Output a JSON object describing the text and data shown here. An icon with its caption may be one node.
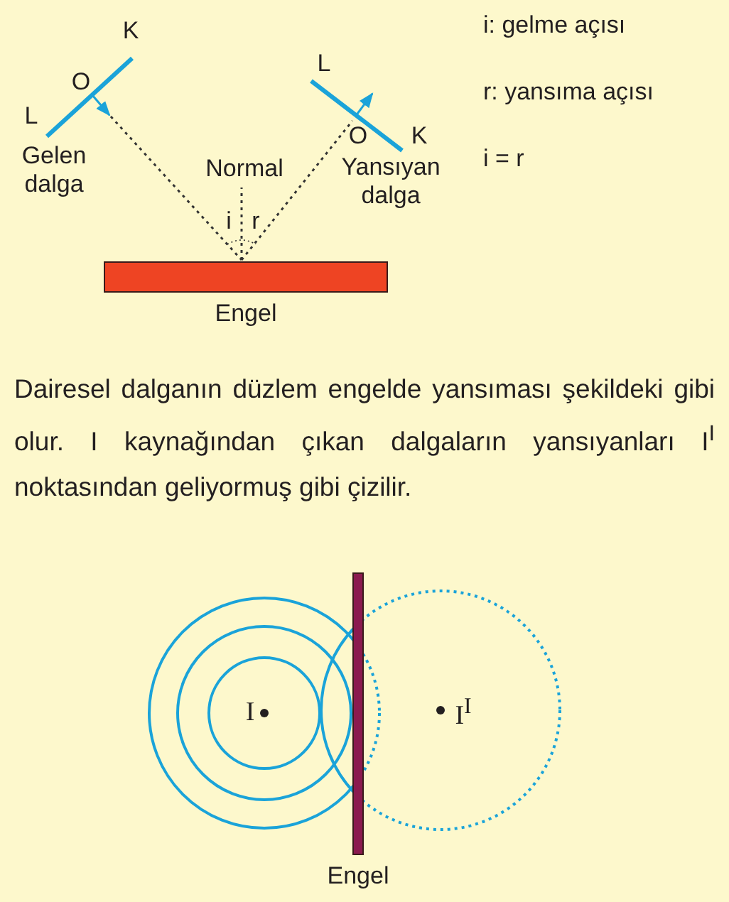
{
  "diagram": {
    "nodes": [
      {
        "text": [
          "Engel"
        ]
      },
      {
        "text": [
          "Engel"
        ]
      }
    ],
    "labels": [
      "K",
      "i: gelme açısı",
      "L",
      "O",
      "r: yansıma açısı",
      "L",
      "O",
      "K",
      "Gelen dalga",
      "Normal",
      "Yansıyan dalga",
      "i = r",
      "i",
      "r",
      "Dairesel dalganın düzlem engelde yansıması şekildeki gibi olur. I kaynağından çıkan dalgaların yansıyanları I$^{I}$ noktasından geliyormuş gibi çizilir.",
      "I",
      "I$^{I}$"
    ]
  }
}
